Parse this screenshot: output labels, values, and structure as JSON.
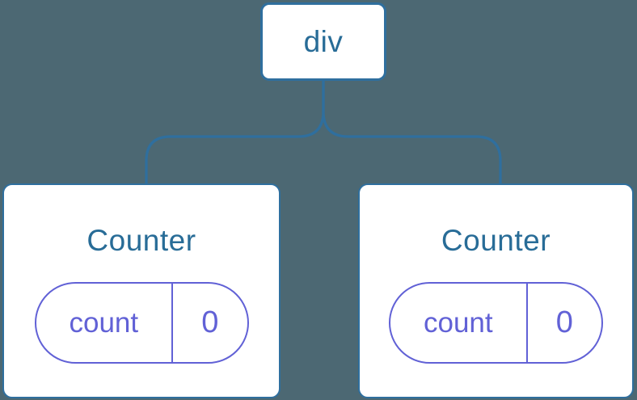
{
  "colors": {
    "background": "#4C6873",
    "node_fill": "#FFFFFF",
    "node_border_blue": "#2F6F9E",
    "node_text_blue": "#286C97",
    "state_purple": "#6161D6"
  },
  "tree": {
    "root": {
      "label": "div"
    },
    "children": [
      {
        "title": "Counter",
        "state": {
          "key": "count",
          "value": "0"
        }
      },
      {
        "title": "Counter",
        "state": {
          "key": "count",
          "value": "0"
        }
      }
    ]
  }
}
